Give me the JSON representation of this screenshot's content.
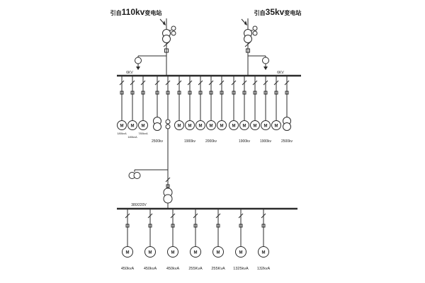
{
  "diagram": {
    "titles": {
      "left": {
        "prefix": "引自",
        "voltage": "110kv",
        "suffix": "变电站"
      },
      "right": {
        "prefix": "引自",
        "voltage": "35kv",
        "suffix": "变电站"
      }
    },
    "bus1": {
      "left_label": "6KV",
      "right_label": "6KV"
    },
    "bus2": {
      "label": "380/220V"
    },
    "motor_letter": "M",
    "small_labels": [
      "180kvA",
      "180kvA",
      "780kvA"
    ],
    "capacity_labels": [
      "2500kv",
      "1900kv",
      "2000kv",
      "1900kv",
      "1900kv",
      "2500kv"
    ],
    "load_labels": [
      "450kvA",
      "450kvA",
      "450kvA",
      "255KvA",
      "255KvA",
      "1325kvA",
      "132kvA"
    ]
  }
}
